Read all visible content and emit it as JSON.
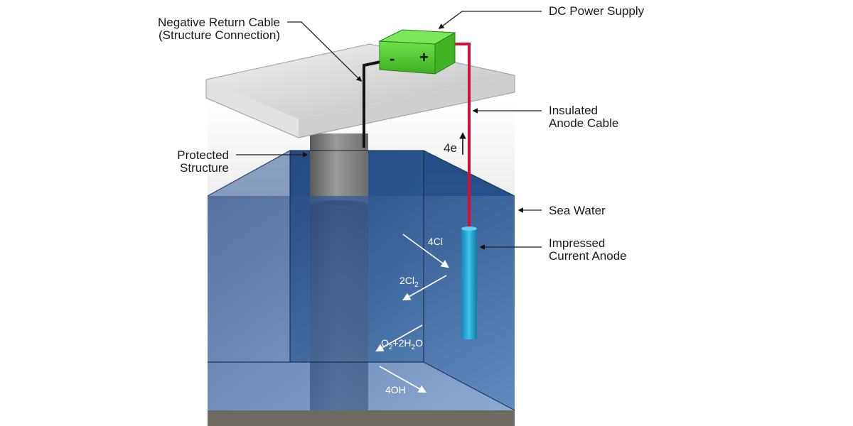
{
  "labels": {
    "dc_power_supply": "DC Power Supply",
    "negative_return_line1": "Negative Return Cable",
    "negative_return_line2": "(Structure Connection)",
    "insulated_line1": "Insulated",
    "insulated_line2": "Anode Cable",
    "protected_line1": "Protected",
    "protected_line2": "Structure",
    "sea_water": "Sea Water",
    "anode_line1": "Impressed",
    "anode_line2": "Current Anode",
    "electron_flow": "4e"
  },
  "battery": {
    "negative": "-",
    "positive": "+"
  },
  "reactions": {
    "r1": {
      "base": "4Cl",
      "sub": ""
    },
    "r2": {
      "base": "2Cl",
      "sub": "2"
    },
    "r3": {
      "p1": "O",
      "s1": "2",
      "p2": "+2H",
      "s2": "2",
      "p3": "O"
    },
    "r4": {
      "base": "4OH",
      "sub": ""
    }
  },
  "colors": {
    "water": "#2b5691",
    "battery": "#5cd13a",
    "anode_cable": "#d0103a",
    "anode": "#1f9fd0",
    "structure": "#555555"
  }
}
